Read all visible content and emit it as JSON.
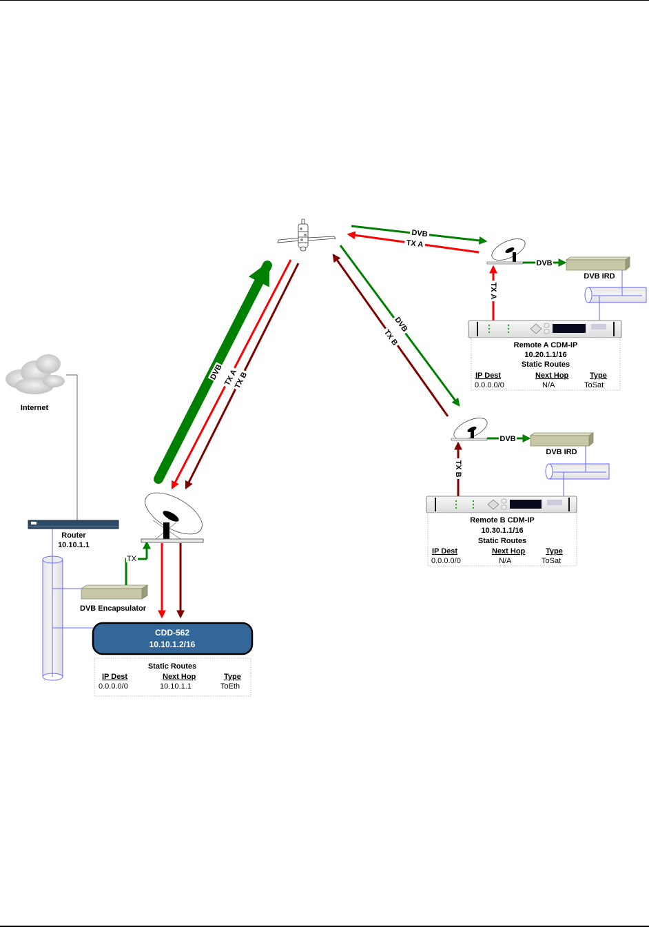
{
  "diagram": {
    "colors": {
      "dvb_green": "#008000",
      "tx_a_red": "#ff0000",
      "tx_b_darkred": "#800000",
      "cdd_box_fill": "#336699",
      "lan_blue": "#6666ff",
      "device_tan": "#c8c8a8"
    },
    "nodes": {
      "satellite": {
        "icon": "satellite-icon"
      },
      "internet": {
        "label": "Internet",
        "icon": "cloud-icon"
      },
      "router": {
        "label": "Router",
        "ip": "10.10.1.1",
        "icon": "router-icon"
      },
      "dvb_encapsulator": {
        "label": "DVB Encapsulator",
        "icon": "rack-device-icon"
      },
      "hub_dish": {
        "icon": "satellite-dish-icon"
      },
      "cdd562": {
        "label": "CDD-562",
        "ip": "10.10.1.2/16"
      },
      "remote_a": {
        "title": "Remote A  CDM-IP",
        "ip": "10.20.1.1/16",
        "ird_label": "DVB IRD",
        "icon": "modem-chassis-icon"
      },
      "remote_b": {
        "title": "Remote B  CDM-IP",
        "ip": "10.30.1.1/16",
        "ird_label": "DVB IRD",
        "icon": "modem-chassis-icon"
      }
    },
    "links": {
      "uplink_dvb": "DVB",
      "uplink_tx_a": "TX A",
      "uplink_tx_b": "TX B",
      "sat_remote_a_dvb": "DVB",
      "sat_remote_a_tx": "TX A",
      "sat_remote_b_dvb": "DVB",
      "sat_remote_b_tx": "TX B",
      "remote_a_dvb": "DVB",
      "remote_a_tx": "TX A",
      "remote_b_dvb": "DVB",
      "remote_b_tx": "TX B",
      "hub_tx": "TX"
    },
    "route_tables": {
      "hub": {
        "title": "Static Routes",
        "headers": [
          "IP Dest",
          "Next Hop",
          "Type"
        ],
        "rows": [
          [
            "0.0.0.0/0",
            "10.10.1.1",
            "ToEth"
          ]
        ]
      },
      "remote_a": {
        "title": "Static Routes",
        "headers": [
          "IP Dest",
          "Next Hop",
          "Type"
        ],
        "rows": [
          [
            "0.0.0.0/0",
            "N/A",
            "ToSat"
          ]
        ]
      },
      "remote_b": {
        "title": "Static Routes",
        "headers": [
          "IP Dest",
          "Next Hop",
          "Type"
        ],
        "rows": [
          [
            "0.0.0.0/0",
            "N/A",
            "ToSat"
          ]
        ]
      }
    }
  }
}
